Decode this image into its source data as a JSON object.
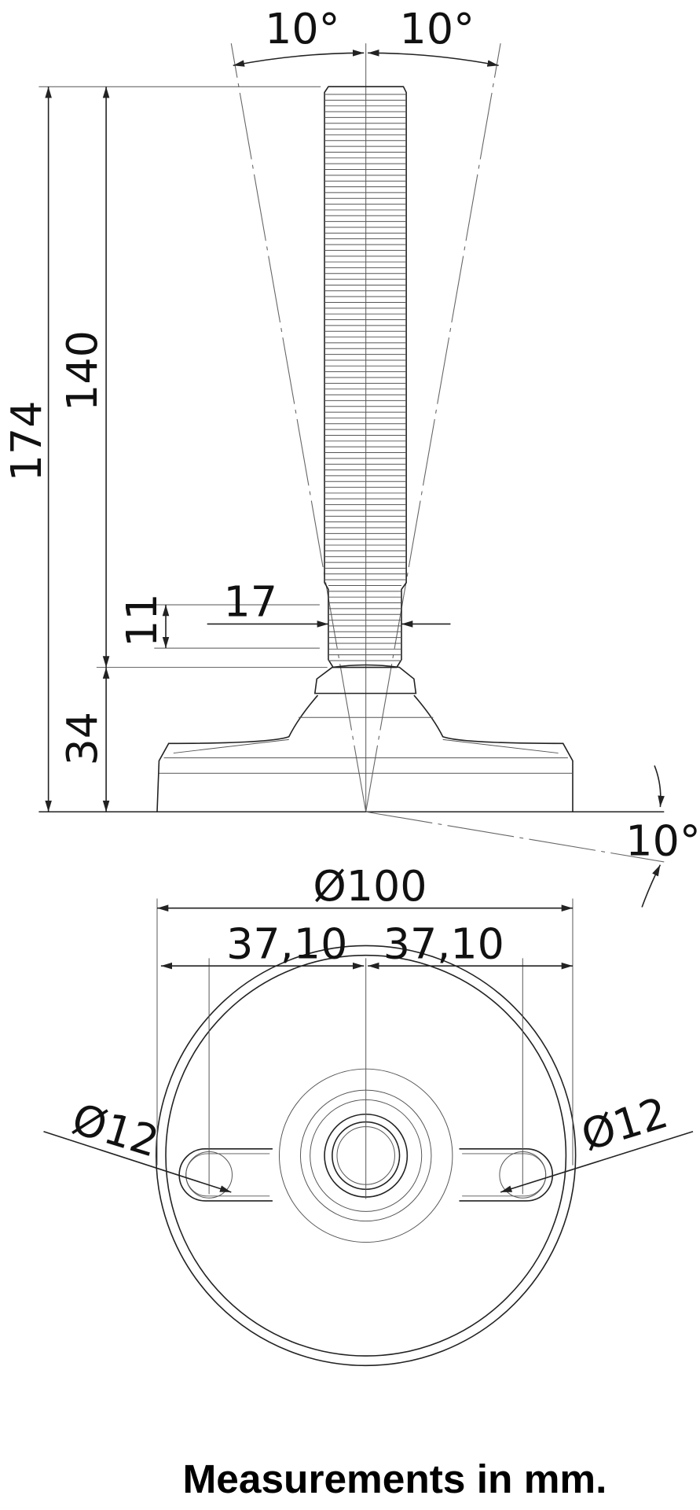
{
  "drawing": {
    "side_view": {
      "tilt_left": "10°",
      "tilt_right": "10°",
      "overall_height": "174",
      "thread_length": "140",
      "base_height": "34",
      "nut_height": "11",
      "thread_diameter": "17",
      "base_tilt": "10°"
    },
    "bottom_view": {
      "base_diameter": "Ø100",
      "hole_offset_left": "37,10",
      "hole_offset_right": "37,10",
      "hole_diameter_left": "Ø12",
      "hole_diameter_right": "Ø12"
    }
  },
  "caption": "Measurements in mm."
}
